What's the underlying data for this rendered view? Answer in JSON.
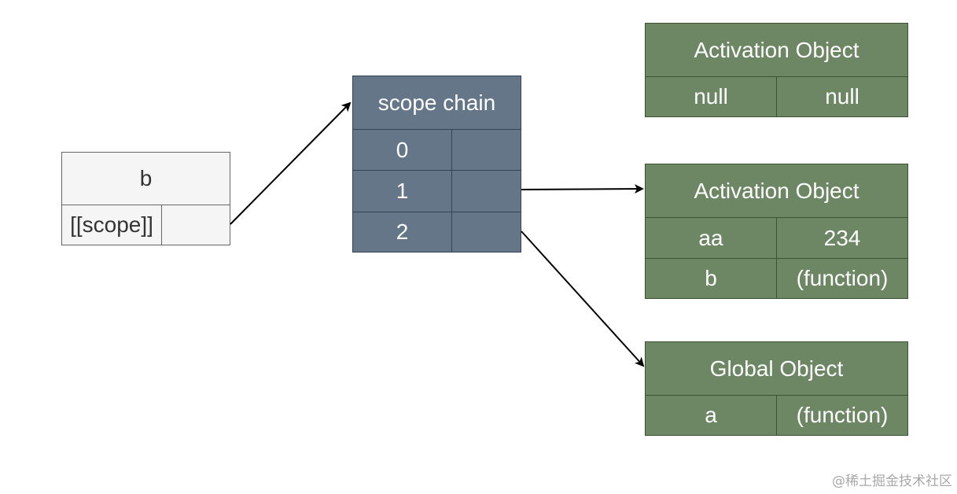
{
  "function_box": {
    "name": "b",
    "scope_label": "[[scope]]",
    "scope_value": ""
  },
  "scope_chain": {
    "title": "scope chain",
    "rows": [
      {
        "index": "0",
        "value": ""
      },
      {
        "index": "1",
        "value": ""
      },
      {
        "index": "2",
        "value": ""
      }
    ]
  },
  "objects": [
    {
      "title": "Activation Object",
      "rows": [
        {
          "key": "null",
          "value": "null"
        }
      ]
    },
    {
      "title": "Activation Object",
      "rows": [
        {
          "key": "aa",
          "value": "234"
        },
        {
          "key": "b",
          "value": "(function)"
        }
      ]
    },
    {
      "title": "Global Object",
      "rows": [
        {
          "key": "a",
          "value": "(function)"
        }
      ]
    }
  ],
  "colors": {
    "function_fill": "#f5f5f5",
    "function_stroke": "#666666",
    "chain_fill": "#647687",
    "chain_stroke": "#314354",
    "object_fill": "#6d8764",
    "object_stroke": "#3a5431",
    "arrow": "#000000"
  },
  "watermark": "@稀土掘金技术社区"
}
